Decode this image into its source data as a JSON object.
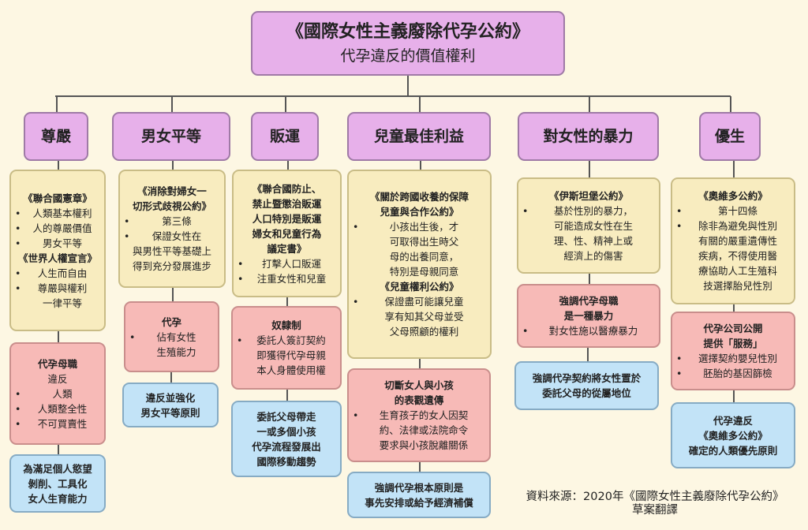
{
  "title": {
    "main": "《國際女性主義廢除代孕公約》",
    "sub": "代孕違反的價值權利"
  },
  "colors": {
    "background": "#fdf7e3",
    "header": "#e7b0ea",
    "convention": "#f8ecbf",
    "violation": "#f7bab7",
    "conclusion": "#c2e3f7"
  },
  "columns": [
    {
      "header": "尊嚴",
      "boxes": [
        {
          "type": "yellow",
          "items": [
            {
              "k": "t",
              "s": "《聯合國憲章》"
            },
            {
              "k": "b",
              "s": "人類基本權利"
            },
            {
              "k": "b",
              "s": "人的尊嚴價值"
            },
            {
              "k": "b",
              "s": "男女平等"
            },
            {
              "k": "t",
              "s": "《世界人權宣言》"
            },
            {
              "k": "b",
              "s": "人生而自由"
            },
            {
              "k": "b",
              "s": "尊嚴與權利\n一律平等"
            }
          ]
        },
        {
          "type": "pink",
          "items": [
            {
              "k": "t",
              "s": "代孕母職"
            },
            {
              "k": "p",
              "s": "違反"
            },
            {
              "k": "b",
              "s": "人類"
            },
            {
              "k": "b",
              "s": "人類整全性"
            },
            {
              "k": "b",
              "s": "不可買賣性"
            }
          ]
        },
        {
          "type": "blue",
          "items": [
            {
              "k": "t",
              "s": "為滿足個人慾望\n剝削、工具化\n女人生育能力"
            }
          ]
        }
      ]
    },
    {
      "header": "男女平等",
      "boxes": [
        {
          "type": "yellow",
          "items": [
            {
              "k": "t",
              "s": "《消除對婦女一\n切形式歧視公約》"
            },
            {
              "k": "b",
              "s": "第三條"
            },
            {
              "k": "b",
              "s": "保證女性在"
            },
            {
              "k": "p",
              "s": "與男性平等基礎上\n得到充分發展進步"
            }
          ]
        },
        {
          "type": "pink",
          "items": [
            {
              "k": "t",
              "s": "代孕"
            },
            {
              "k": "b",
              "s": "佔有女性\n生殖能力"
            }
          ]
        },
        {
          "type": "blue",
          "items": [
            {
              "k": "t",
              "s": "違反並強化\n男女平等原則"
            }
          ]
        }
      ]
    },
    {
      "header": "販運",
      "boxes": [
        {
          "type": "yellow",
          "items": [
            {
              "k": "t",
              "s": "《聯合國防止、\n禁止暨懲治販運\n人口特別是販運\n婦女和兒童行為\n議定書》"
            },
            {
              "k": "b",
              "s": "打擊人口販運"
            },
            {
              "k": "b",
              "s": "注重女性和兒童"
            }
          ]
        },
        {
          "type": "pink",
          "items": [
            {
              "k": "t",
              "s": "奴隸制"
            },
            {
              "k": "b",
              "s": "委託人簽訂契約\n即獲得代孕母親\n本人身體使用權"
            }
          ]
        },
        {
          "type": "blue",
          "items": [
            {
              "k": "t",
              "s": "委託父母帶走\n一或多個小孩\n代孕流程發展出\n國際移動趨勢"
            }
          ]
        }
      ]
    },
    {
      "header": "兒童最佳利益",
      "boxes": [
        {
          "type": "yellow",
          "items": [
            {
              "k": "t",
              "s": "《關於跨國收養的保障\n兒童與合作公約》"
            },
            {
              "k": "b",
              "s": "小孩出生後，才\n可取得出生時父\n母的出養同意，\n特別是母親同意"
            },
            {
              "k": "t",
              "s": "《兒童權利公約》"
            },
            {
              "k": "b",
              "s": "保證盡可能讓兒童\n享有知其父母並受\n父母照顧的權利"
            }
          ]
        },
        {
          "type": "pink",
          "items": [
            {
              "k": "t",
              "s": "切斷女人與小孩\n的表觀遺傳"
            },
            {
              "k": "b",
              "s": "生育孩子的女人因契\n約、法律或法院命令\n要求與小孩脫離關係"
            }
          ]
        },
        {
          "type": "blue",
          "items": [
            {
              "k": "t",
              "s": "強調代孕根本原則是\n事先安排或給予經濟補償"
            }
          ]
        }
      ]
    },
    {
      "header": "對女性的暴力",
      "boxes": [
        {
          "type": "yellow",
          "items": [
            {
              "k": "t",
              "s": "《伊斯坦堡公約》"
            },
            {
              "k": "b",
              "s": "基於性別的暴力，\n可能造成女性在生\n理、性、精神上或\n經濟上的傷害"
            }
          ]
        },
        {
          "type": "pink",
          "items": [
            {
              "k": "t",
              "s": "強調代孕母職\n是一種暴力"
            },
            {
              "k": "b",
              "s": "對女性施以醫療暴力"
            }
          ]
        },
        {
          "type": "blue",
          "items": [
            {
              "k": "t",
              "s": "強調代孕契約將女性置於\n委託父母的從屬地位"
            }
          ]
        }
      ]
    },
    {
      "header": "優生",
      "boxes": [
        {
          "type": "yellow",
          "items": [
            {
              "k": "t",
              "s": "《奧維多公約》"
            },
            {
              "k": "b",
              "s": "第十四條"
            },
            {
              "k": "b",
              "s": "除非為避免與性別\n有關的嚴重遺傳性\n疾病，不得使用醫\n療協助人工生殖科\n技選擇胎兒性別"
            }
          ]
        },
        {
          "type": "pink",
          "items": [
            {
              "k": "t",
              "s": "代孕公司公開\n提供「服務」"
            },
            {
              "k": "b",
              "s": "選擇契約嬰兒性別"
            },
            {
              "k": "b",
              "s": "胚胎的基因篩檢"
            }
          ]
        },
        {
          "type": "blue",
          "items": [
            {
              "k": "t",
              "s": "代孕違反\n《奧維多公約》\n確定的人類優先原則"
            }
          ]
        }
      ]
    }
  ],
  "source": "資料來源：2020年《國際女性主義廢除代孕公約》\n草案翻譯"
}
